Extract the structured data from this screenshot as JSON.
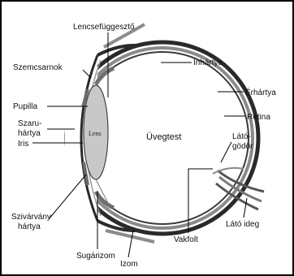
{
  "labels": {
    "lencsefuggeszto": "Lencsefüggesztő",
    "szemcsarnok": "Szemcsarnok",
    "inhartya": "Ínhártya",
    "erhartya": "Érhártya",
    "retina": "Retina",
    "pupilla": "Pupilla",
    "szaruhartya_1": "Szaru-",
    "szaruhartya_2": "hártya",
    "iris": "Iris",
    "lens": "Lens",
    "uvegtest": "Üvegtest",
    "latogodor_1": "Látó-",
    "latogodor_2": "gödör",
    "szivarvanyhartya_1": "Szivárvány",
    "szivarvanyhartya_2": "hártya",
    "vakfolt": "Vakfolt",
    "latoideg": "Látó ideg",
    "sugarizom": "Sugárizom",
    "izom": "Izom"
  },
  "colors": {
    "sclera": "#2a2a2a",
    "choroid": "#7a7a7a",
    "retina": "#3a3a3a",
    "lens_fill": "#c8c8c8",
    "muscle": "#6e6e6e",
    "leader": "#000000"
  }
}
